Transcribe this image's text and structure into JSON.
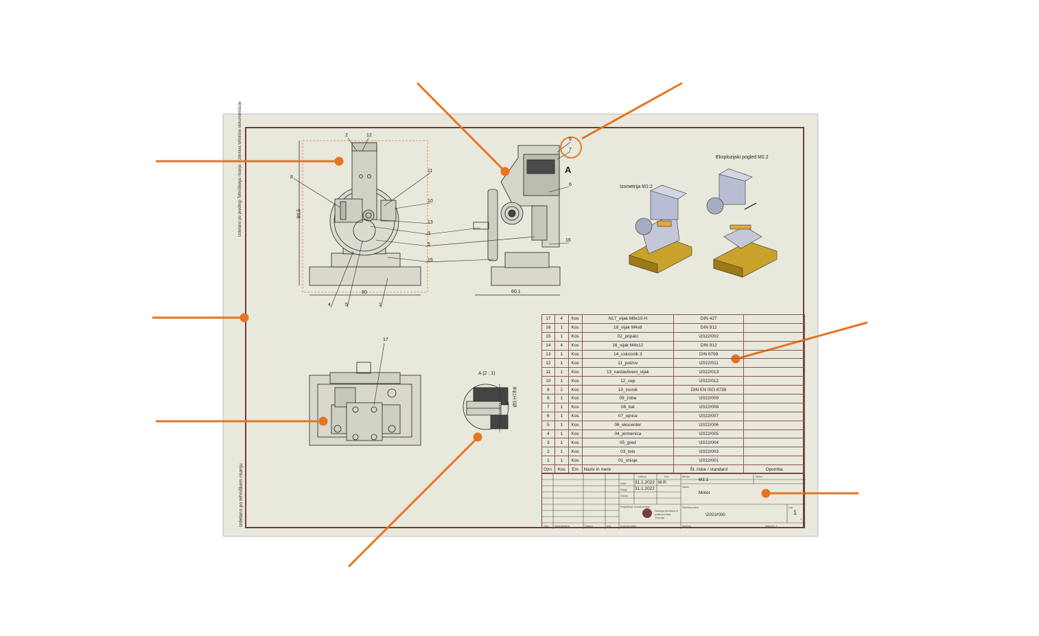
{
  "sheet": {
    "side_note": "Izdelano po predlogi Tehniškega risanja - izdelava tehnične dokumentacije",
    "bottom_note": "Izdelano po tehniškem risanju"
  },
  "views": {
    "front_dims": {
      "height": "90,5",
      "width": "80"
    },
    "side_dims": {
      "width": "60,1"
    },
    "section_letter": "A",
    "detail_title": "A (2 : 1)",
    "detail_fit": "Ø3 H7/h6",
    "iso_label": "Izometrija M1:2",
    "exploded_label": "Eksplozijski pogled M1:2"
  },
  "balloons": {
    "front": [
      "2",
      "12",
      "8",
      "11",
      "10",
      "13",
      "3",
      "5",
      "15",
      "4",
      "5",
      "1"
    ],
    "side": [
      "9",
      "7",
      "6",
      "16"
    ],
    "top": [
      "17"
    ]
  },
  "bom": {
    "rows": [
      [
        "17",
        "4",
        "Kos",
        "N17_vijak M8x10-H",
        "DIN 427",
        ""
      ],
      [
        "16",
        "1",
        "Kos",
        "18_vijak M4x8",
        "DIN 912",
        ""
      ],
      [
        "15",
        "1",
        "Kos",
        "02_pripalo",
        "\\2022/002",
        ""
      ],
      [
        "14",
        "4",
        "Kos",
        "16_vijak M4x12",
        "DIN 912",
        ""
      ],
      [
        "13",
        "1",
        "Kos",
        "14_uskocnik 3",
        "DIN 6799",
        ""
      ],
      [
        "12",
        "1",
        "Kos",
        "11_polzov",
        "\\2022/011",
        ""
      ],
      [
        "11",
        "1",
        "Kos",
        "13_nastavitveni_vijak",
        "\\2022/013",
        ""
      ],
      [
        "10",
        "1",
        "Kos",
        "12_cep",
        "\\2022/012",
        ""
      ],
      [
        "9",
        "1",
        "Kos",
        "10_zornik",
        "DIN EN ISO 8739",
        ""
      ],
      [
        "8",
        "1",
        "Kos",
        "09_zoba",
        "\\2022/009",
        ""
      ],
      [
        "7",
        "1",
        "Kos",
        "08_bat",
        "\\2022/008",
        ""
      ],
      [
        "6",
        "1",
        "Kos",
        "07_ojnica",
        "\\2022/007",
        ""
      ],
      [
        "5",
        "1",
        "Kos",
        "06_ekscenter",
        "\\2022/006",
        ""
      ],
      [
        "4",
        "1",
        "Kos",
        "04_jermenica",
        "\\2022/005",
        ""
      ],
      [
        "3",
        "1",
        "Kos",
        "05_gred",
        "\\2022/004",
        ""
      ],
      [
        "2",
        "1",
        "Kos",
        "03_telo",
        "\\2022/003",
        ""
      ],
      [
        "1",
        "1",
        "Kos",
        "01_ohisje",
        "\\2022/001",
        ""
      ]
    ],
    "header": [
      "Ozn.",
      "Kos",
      "Em",
      "Naziv in mere",
      "Št. risbe / standard",
      "Opomba"
    ]
  },
  "title_block": {
    "datum_label": "Datum",
    "ime_label": "Ime",
    "izdel_label": "Izdel.",
    "pregl_label": "Pregl.",
    "odobr_label": "Odobr.",
    "date1": "31.1.2022",
    "date2": "31.1.2022",
    "initials": "M.P.",
    "merilo_label": "Merilo",
    "scale": "M1:1",
    "masa_label": "Masa",
    "naziv_label": "Naziv",
    "name": "Motor",
    "projektiral_label": "Projektiral, izvedba šola:",
    "school": "Srednja tehniška in poklicna šola Trbovlje",
    "stevilka_label": "Številka risbe",
    "drawing_no": "\\2022/000",
    "list_label": "List",
    "sheet_no": "1",
    "sheets": "1",
    "footer": [
      "Ozn.",
      "Sprememba",
      "Datum",
      "Ime",
      "Izvorna risba",
      "Nadom.",
      "Nadom. z"
    ]
  }
}
